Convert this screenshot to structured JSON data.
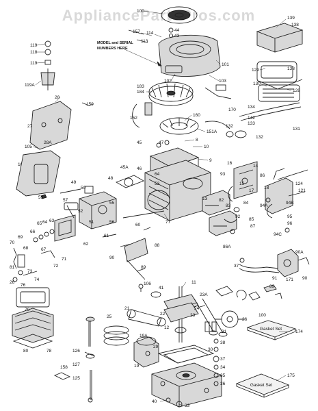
{
  "watermark": "AppliancePartsPros.com",
  "note_line1": "MODEL and SERIAL",
  "note_line2": "NUMBERS HERE",
  "boxed_label_174": "Gasket Set",
  "boxed_label_175": "Gasket Set",
  "labels": {
    "l100": "100",
    "l157": "157",
    "l44": "44",
    "l43": "43",
    "l114": "114",
    "l113": "113",
    "l139": "139",
    "l138": "138",
    "l119": "119",
    "l118": "118",
    "l119b": "119",
    "l119A": "119A",
    "l101": "101",
    "l102": "102",
    "l103": "103",
    "l183": "183",
    "l184": "184",
    "l129": "129",
    "l130": "130",
    "l128": "128",
    "l28": "28",
    "l159": "159",
    "l27": "27",
    "l28A": "28A",
    "l152": "152",
    "l160": "160",
    "l151A": "151A",
    "l134": "134",
    "l170": "170",
    "l142": "142",
    "l133": "133",
    "l132": "132",
    "l132b": "132",
    "l131": "131",
    "l105": "105",
    "l8": "8",
    "l10": "10",
    "l45": "45",
    "l47": "47",
    "l45A": "45A",
    "l46": "46",
    "l104": "104",
    "l9": "9",
    "l16": "16",
    "l14": "14",
    "l93": "93",
    "l48": "48",
    "l64": "64",
    "l53": "53",
    "l86": "86",
    "l15": "15",
    "l17": "17",
    "l18": "18",
    "l124": "124",
    "l121": "121",
    "l49": "49",
    "l50": "50",
    "l59": "59",
    "l57": "57",
    "l13": "13",
    "l83": "83",
    "l84": "84",
    "l94A": "94A",
    "l94B": "94B",
    "l95": "95",
    "l55": "55",
    "l52": "52",
    "l51": "51",
    "l56": "56",
    "l61": "61",
    "l60": "60",
    "l77": "77",
    "l66": "66",
    "l65": "65",
    "l64b": "64",
    "l63": "63",
    "l62": "62",
    "l92": "92",
    "l85": "85",
    "l87": "87",
    "l96": "96",
    "l94C": "94C",
    "l70": "70",
    "l69": "69",
    "l68": "68",
    "l67": "67",
    "l71": "71",
    "l72": "72",
    "l81": "81",
    "l90": "90",
    "l88": "88",
    "l86A": "86A",
    "l37": "37",
    "l90A": "90A",
    "l82": "82",
    "l73": "73",
    "l74": "74",
    "l76": "76",
    "l26": "26",
    "l89": "89",
    "l106": "106",
    "l11": "11",
    "l41": "41",
    "l91": "91",
    "l171": "171",
    "l89b": "89",
    "l23A": "23A",
    "l21": "21",
    "l22": "22",
    "l24": "24",
    "l23": "23",
    "l25": "25",
    "l19A": "19A",
    "l26b": "26",
    "l100b": "100",
    "l79": "79",
    "l12": "12",
    "l31": "31",
    "l38": "38",
    "l174": "174",
    "l78": "78",
    "l80": "80",
    "l126": "126",
    "l19": "19",
    "l29": "29",
    "l30": "30",
    "l37b": "37",
    "l158": "158",
    "l127": "127",
    "l125": "125",
    "l34": "34",
    "l35": "35",
    "l36": "36",
    "l40": "40",
    "l33": "33",
    "l175": "175"
  }
}
